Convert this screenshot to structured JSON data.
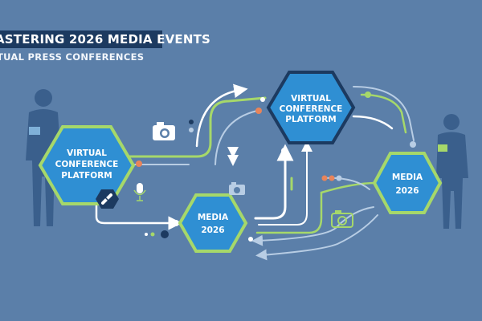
{
  "header": {
    "title": "ASTERING 2026 MEDIA EVENTS",
    "subtitle": "TUAL PRESS CONFERENCES"
  },
  "nodes": {
    "platform_left": {
      "line1": "VIRTUAL",
      "line2": "CONFERENCE",
      "line3": "PLATFORM"
    },
    "platform_top": {
      "line1": "VIRTUAL",
      "line2": "CONFERENCE",
      "line3": "PLATFORM"
    },
    "media_center": {
      "line1": "MEDIA",
      "line2": "2026"
    },
    "media_right": {
      "line1": "MEDIA",
      "line2": "2026"
    }
  },
  "icons": [
    "camera-icon",
    "microphone-icon",
    "link-icon",
    "presenter-person-icon"
  ],
  "colors": {
    "background": "#5b7fa9",
    "hex_fill": "#2f8fd3",
    "hex_border_green": "#a6d86a",
    "hex_border_navy": "#1c3a60",
    "accent_orange": "#e8845a",
    "title_bar": "#1c3a60",
    "silhouette": "#3a5f8c"
  }
}
